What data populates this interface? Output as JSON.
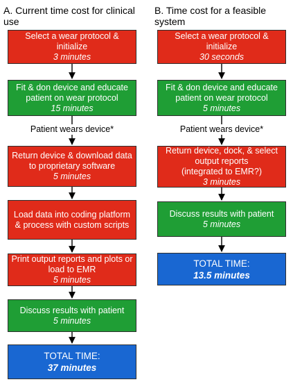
{
  "column_a": {
    "title": "A. Current time cost for clinical\nuse",
    "steps": [
      {
        "text": "Select a wear protocol &\ninitialize",
        "time": "3 minutes",
        "color": "#e02b1a"
      },
      {
        "text": "Fit & don device and educate\npatient on wear protocol",
        "time": "15 minutes",
        "color": "#1f9e35"
      },
      {
        "text": "Return device & download data\nto proprietary software",
        "time": "5 minutes",
        "color": "#e02b1a"
      },
      {
        "text": "Load data into coding platform\n& process with custom scripts",
        "time": "",
        "color": "#e02b1a"
      },
      {
        "text": "Print output reports and plots or\nload to EMR",
        "time": "5 minutes",
        "color": "#e02b1a"
      },
      {
        "text": "Discuss results with patient",
        "time": "5 minutes",
        "color": "#1f9e35"
      }
    ],
    "note": "Patient wears device*",
    "total": {
      "label": "TOTAL TIME:",
      "value": "37 minutes",
      "color": "#1967d2"
    }
  },
  "column_b": {
    "title": "B. Time cost for a feasible\nsystem",
    "steps": [
      {
        "text": "Select a wear protocol &\ninitialize",
        "time": "30 seconds",
        "color": "#e02b1a"
      },
      {
        "text": "Fit & don device and educate\npatient on wear protocol",
        "time": "5 minutes",
        "color": "#1f9e35"
      },
      {
        "text": "Return device, dock, & select\noutput reports\n(integrated to EMR?)",
        "time": "3 minutes",
        "color": "#e02b1a"
      },
      {
        "text": "Discuss results with patient",
        "time": "5 minutes",
        "color": "#1f9e35"
      }
    ],
    "note": "Patient wears device*",
    "total": {
      "label": "TOTAL TIME:",
      "value": "13.5 minutes",
      "color": "#1967d2"
    }
  }
}
